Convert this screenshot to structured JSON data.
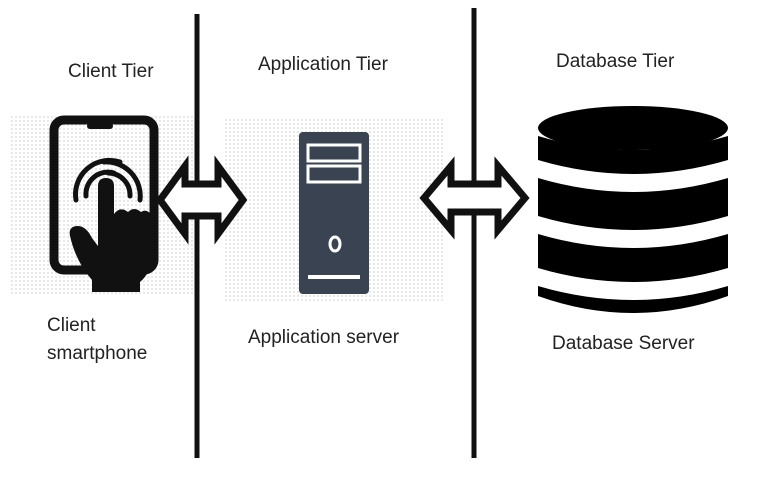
{
  "tiers": {
    "client": "Client Tier",
    "application": "Application Tier",
    "database": "Database Tier"
  },
  "components": {
    "client_line1": "Client",
    "client_line2": "smartphone",
    "app_server": "Application server",
    "db_server": "Database Server"
  },
  "icons": {
    "client": "smartphone-touch-icon",
    "application": "server-tower-icon",
    "database": "database-cylinder-icon",
    "arrow": "bidirectional-arrow-icon"
  }
}
